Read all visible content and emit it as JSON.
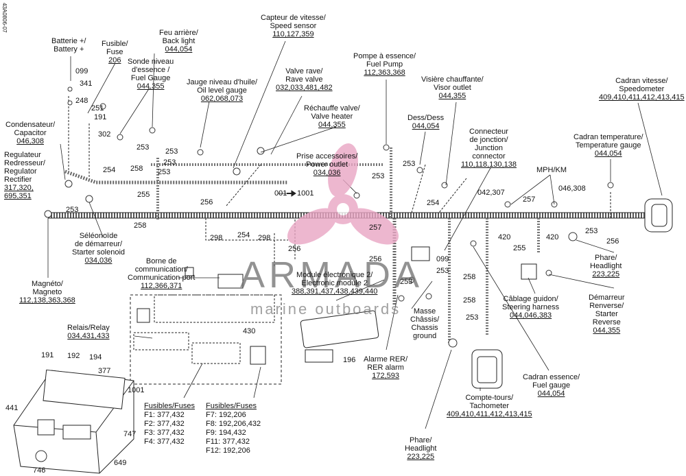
{
  "side_code": "43A0806-07",
  "watermark": {
    "brand": "ARMADA",
    "tagline": "marine outboards"
  },
  "labels": {
    "battery": {
      "lines": [
        "Batterie +/",
        "Battery +"
      ],
      "ref": ""
    },
    "fuse": {
      "lines": [
        "Fusible/",
        "Fuse"
      ],
      "ref": "206"
    },
    "feu_arriere": {
      "lines": [
        "Feu arrière/",
        "Back light"
      ],
      "ref": "044,054"
    },
    "sonde": {
      "lines": [
        "Sonde niveau",
        "d'essence /",
        "Fuel Gauge"
      ],
      "ref": "044,355"
    },
    "capteur": {
      "lines": [
        "Capteur de vitesse/",
        "Speed sensor"
      ],
      "ref": "110,127,359"
    },
    "jauge_huile": {
      "lines": [
        "Jauge niveau d'huile/",
        "Oil level gauge"
      ],
      "ref": "062,068,073"
    },
    "valve_rave": {
      "lines": [
        "Valve rave/",
        "Rave valve"
      ],
      "ref": "032,033,481,482"
    },
    "pompe": {
      "lines": [
        "Pompe à essence/",
        "Fuel Pump"
      ],
      "ref": "112,363,368"
    },
    "visiere": {
      "lines": [
        "Visière chauffante/",
        "Visor outlet"
      ],
      "ref": "044,355"
    },
    "cadran_vit": {
      "lines": [
        "Cadran vitesse/",
        "Speedometer"
      ],
      "ref": "409,410,411,412,413,415"
    },
    "condensateur": {
      "lines": [
        "Condensateur/",
        "Capacitor"
      ],
      "ref": "046,308"
    },
    "rechauffe": {
      "lines": [
        "Réchauffe valve/",
        "Valve heater"
      ],
      "ref": "044,355"
    },
    "dess": {
      "lines": [
        "Dess/Dess"
      ],
      "ref": "044,054"
    },
    "connecteur": {
      "lines": [
        "Connecteur",
        "de jonction/",
        "Junction",
        "connector"
      ],
      "ref": "110,118,130,138"
    },
    "cadran_temp": {
      "lines": [
        "Cadran temperature/",
        "Temperature gauge"
      ],
      "ref": "044,054"
    },
    "regulateur": {
      "lines": [
        "Regulateur",
        "Redresseur/",
        "Regulator",
        "Rectifier"
      ],
      "ref": "317,320,\n695,351"
    },
    "prise": {
      "lines": [
        "Prise accessoires/",
        "Power outlet"
      ],
      "ref": "034,036"
    },
    "mph": {
      "lines": [
        "MPH/KM"
      ],
      "ref": ""
    },
    "selenoide": {
      "lines": [
        "Séléonoïde",
        "de démarreur/",
        "Starter solenoid"
      ],
      "ref": "034,036"
    },
    "borne": {
      "lines": [
        "Borne de",
        "communication/",
        "Communication port"
      ],
      "ref": "112,366,371"
    },
    "phare_r": {
      "lines": [
        "Phare/",
        "Headlight"
      ],
      "ref": "223,225"
    },
    "magneto": {
      "lines": [
        "Magnéto/",
        "Magneto"
      ],
      "ref": "112,138,363,368"
    },
    "module": {
      "lines": [
        "Module électronique 2/",
        "Electronic module 2"
      ],
      "ref": "388,391,437,438,439,440"
    },
    "cablage": {
      "lines": [
        "Câblage guidon/",
        "Steering harness"
      ],
      "ref": "044,046,383"
    },
    "demarreur": {
      "lines": [
        "Démarreur",
        "Renverse/",
        "Starter",
        "Reverse"
      ],
      "ref": "044,355"
    },
    "relais": {
      "lines": [
        "Relais/Relay"
      ],
      "ref": "034,431,433"
    },
    "masse": {
      "lines": [
        "Masse",
        "Châssis/",
        "Chassis",
        "ground"
      ],
      "ref": ""
    },
    "alarme": {
      "lines": [
        "Alarme RER/",
        "RER alarm"
      ],
      "ref": "172,593"
    },
    "cadran_ess": {
      "lines": [
        "Cadran essence/",
        "Fuel gauge"
      ],
      "ref": "044,054"
    },
    "compte": {
      "lines": [
        "Compte-tours/",
        "Tachometer"
      ],
      "ref": "409,410,411,412,413,415"
    },
    "phare_b": {
      "lines": [
        "Phare/",
        "Headlight"
      ],
      "ref": "223,225"
    }
  },
  "fuses_left": {
    "title": "Fusibles/Fuses",
    "rows": [
      "F1: 377,432",
      "F2: 377,432",
      "F3: 377,432",
      "F4: 377,432"
    ]
  },
  "fuses_right": {
    "title": "Fusibles/Fuses",
    "rows": [
      "F7: 192,206",
      "F8: 192,206,432",
      "F9: 194,432",
      "F11: 377,432",
      "F12: 192,206"
    ]
  },
  "callouts": {
    "c099a": "099",
    "c341": "341",
    "c248": "248",
    "c251": "251",
    "c191a": "191",
    "c302": "302",
    "c253a": "253",
    "c253b": "253",
    "c253c": "253",
    "c258a": "258",
    "c254a": "254",
    "c255a": "255",
    "c253d": "253",
    "c258b": "258",
    "c256a": "256",
    "c298a": "298",
    "c254b": "254",
    "c298b": "298",
    "c256b": "256",
    "c001": "001",
    "c1001a": "1001",
    "c257a": "257",
    "c253e": "253",
    "c254c": "254",
    "c253f": "253",
    "c042": "042,307",
    "c046": "046,308",
    "c257b": "257",
    "c420a": "420",
    "c420b": "420",
    "c253g": "253",
    "c256c": "256",
    "c255b": "255",
    "c256d": "256",
    "c099b": "099",
    "c253h": "253",
    "c253i": "253",
    "c258c": "258",
    "c258d": "258",
    "c253j": "253",
    "c430": "430",
    "c196": "196",
    "c1001b": "1001",
    "c191b": "191",
    "c192": "192",
    "c194": "194",
    "c377": "377",
    "c441": "441",
    "c747": "747",
    "c649": "649",
    "c746": "746"
  }
}
